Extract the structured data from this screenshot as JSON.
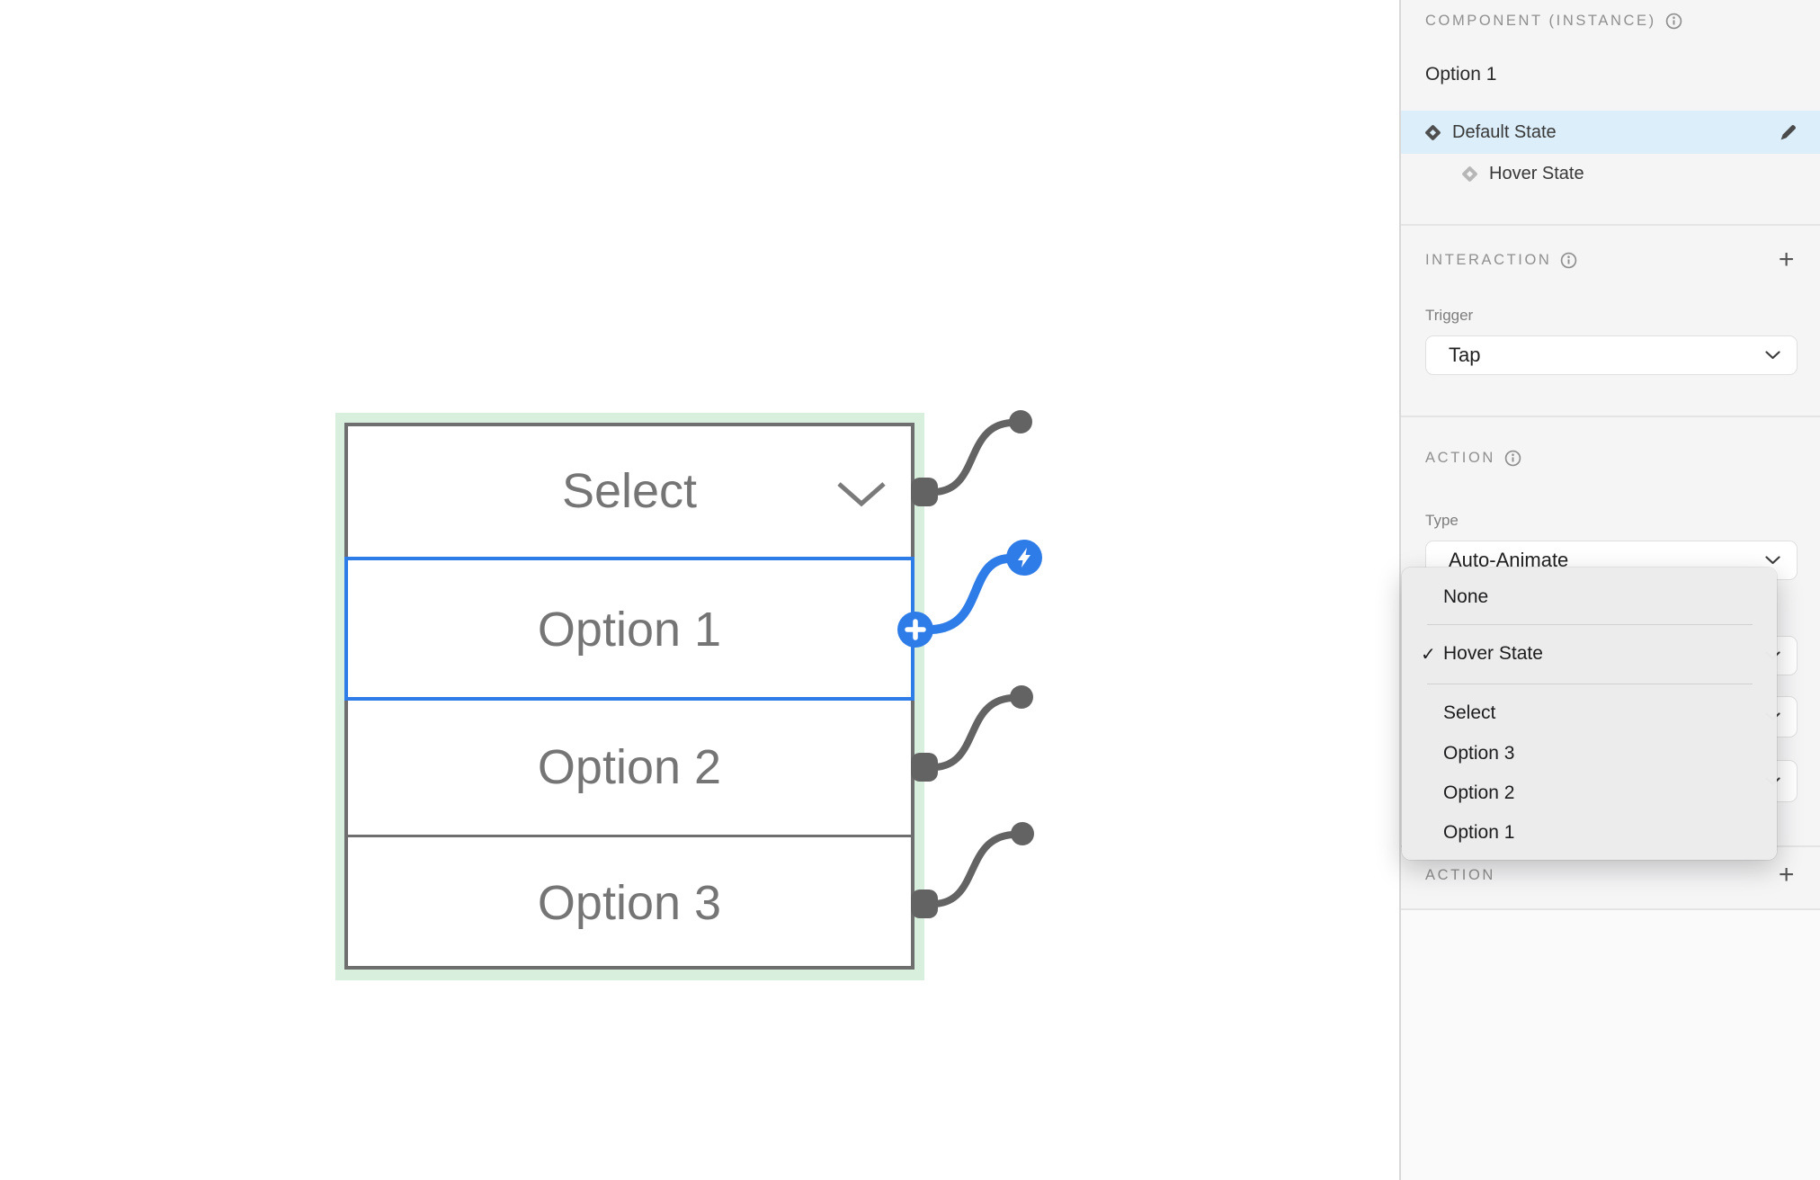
{
  "canvas": {
    "component_rows": [
      {
        "label": "Select"
      },
      {
        "label": "Option 1"
      },
      {
        "label": "Option 2"
      },
      {
        "label": "Option 3"
      }
    ]
  },
  "panel": {
    "component": {
      "header": "COMPONENT (INSTANCE)",
      "instance_name": "Option 1",
      "states": [
        {
          "label": "Default State",
          "selected": true
        },
        {
          "label": "Hover State",
          "selected": false
        }
      ]
    },
    "interaction": {
      "header": "INTERACTION",
      "trigger_label": "Trigger",
      "trigger_value": "Tap"
    },
    "action": {
      "header": "ACTION",
      "type_label": "Type",
      "type_value": "Auto-Animate"
    },
    "action2": {
      "header": "ACTION"
    },
    "state_menu": {
      "items": [
        "None",
        "Hover State",
        "Select",
        "Option 3",
        "Option 2",
        "Option 1"
      ],
      "checked_item": "Hover State"
    }
  },
  "icons": {
    "plus": "+",
    "check": "✓"
  },
  "colors": {
    "accent_blue": "#2e7ce8",
    "selection_row_blue": "#dceef9",
    "component_frame_green": "#d9efdd",
    "component_border_gray": "#6e6e6e",
    "wire_gray": "#636363",
    "canvas_text_gray": "#757575",
    "panel_background": "#f5f5f6"
  }
}
